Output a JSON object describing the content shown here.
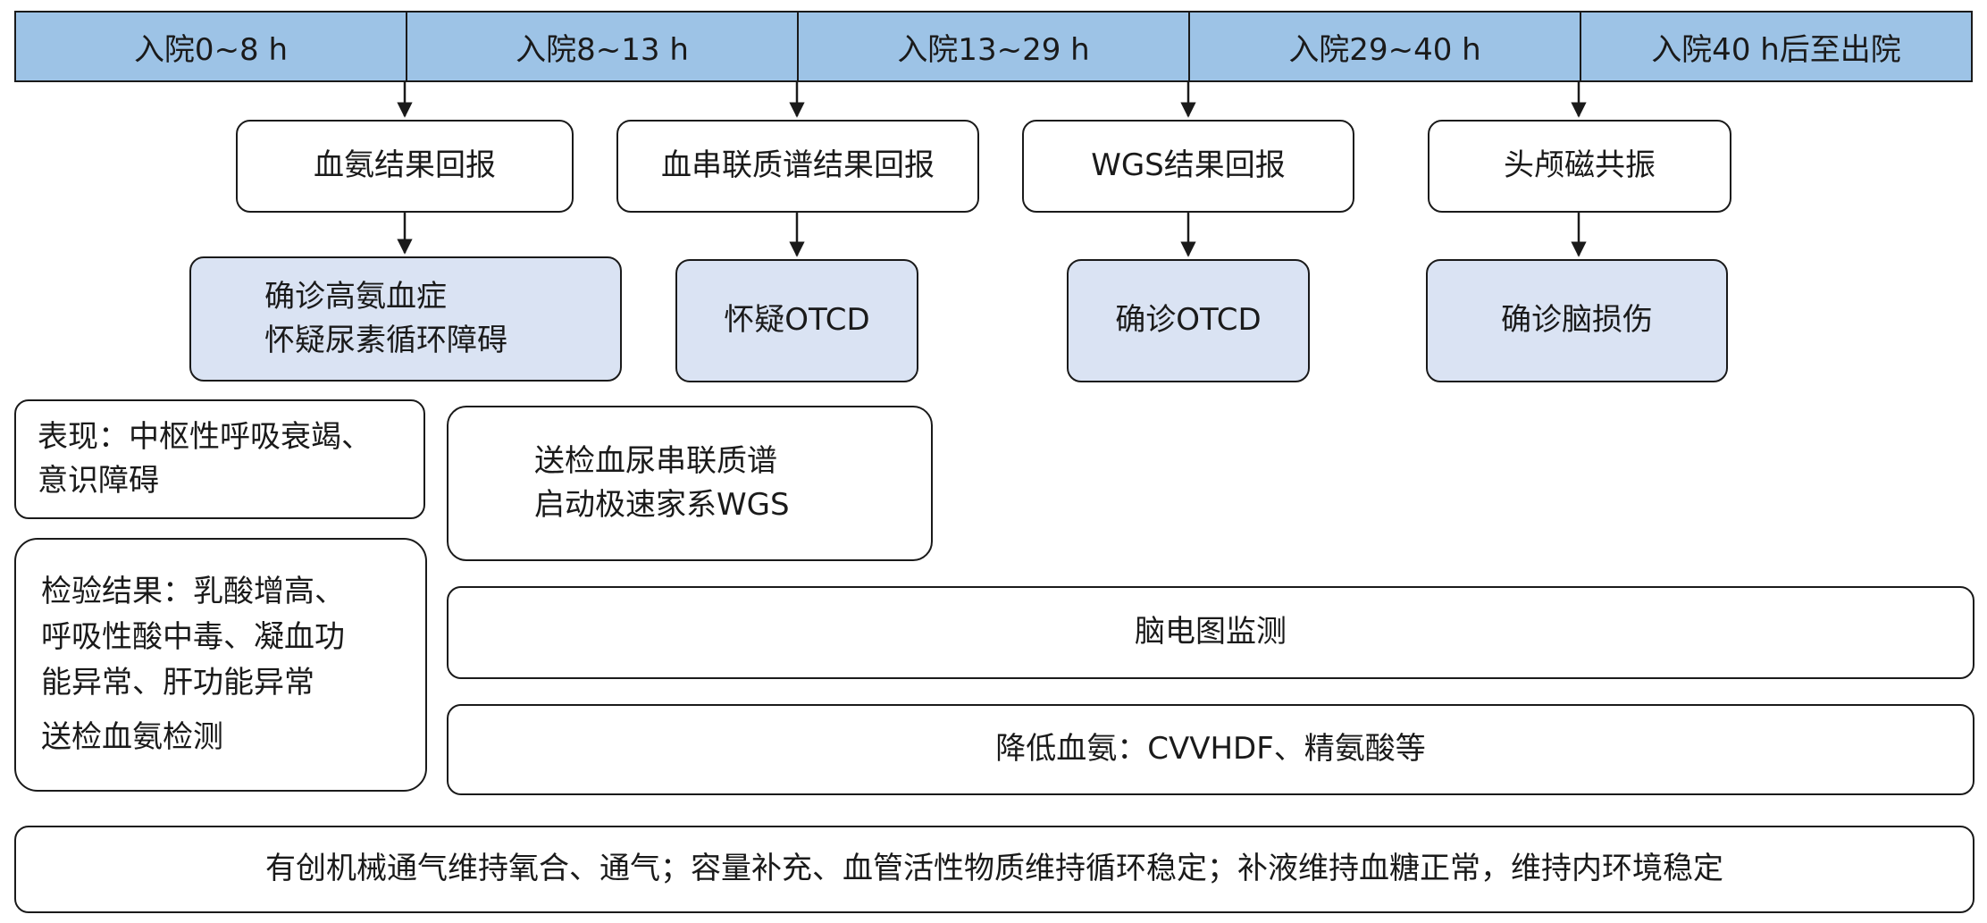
{
  "timeline": [
    "入院0~8 h",
    "入院8~13 h",
    "入院13~29 h",
    "入院29~40 h",
    "入院40 h后至出院"
  ],
  "results": [
    "血氨结果回报",
    "血串联质谱结果回报",
    "WGS结果回报",
    "头颅磁共振"
  ],
  "diagnoses": {
    "d1": [
      "确诊高氨血症",
      "怀疑尿素循环障碍"
    ],
    "d2": "怀疑OTCD",
    "d3": "确诊OTCD",
    "d4": "确诊脑损伤"
  },
  "presentation": [
    "表现：中枢性呼吸衰竭、",
    "意识障碍"
  ],
  "labs": [
    "检验结果：乳酸增高、",
    "呼吸性酸中毒、凝血功",
    "能异常、肝功能异常",
    "送检血氨检测"
  ],
  "tests": [
    "送检血尿串联质谱",
    "启动极速家系WGS"
  ],
  "eeg": "脑电图监测",
  "ammonia_reduction": "降低血氨：CVVHDF、精氨酸等",
  "support": "有创机械通气维持氧合、通气；容量补充、血管活性物质维持循环稳定；补液维持血糖正常，维持内环境稳定"
}
